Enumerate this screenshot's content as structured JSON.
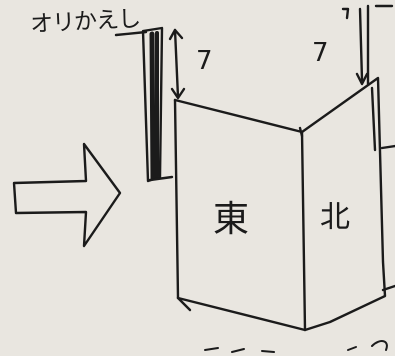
{
  "labels": {
    "orikaeshi": "オリかえし",
    "dim_left": "7",
    "dim_right": "7",
    "east": "東",
    "north": "北"
  },
  "colors": {
    "paper": "#e9e6e0",
    "ink": "#1b1b1b"
  }
}
